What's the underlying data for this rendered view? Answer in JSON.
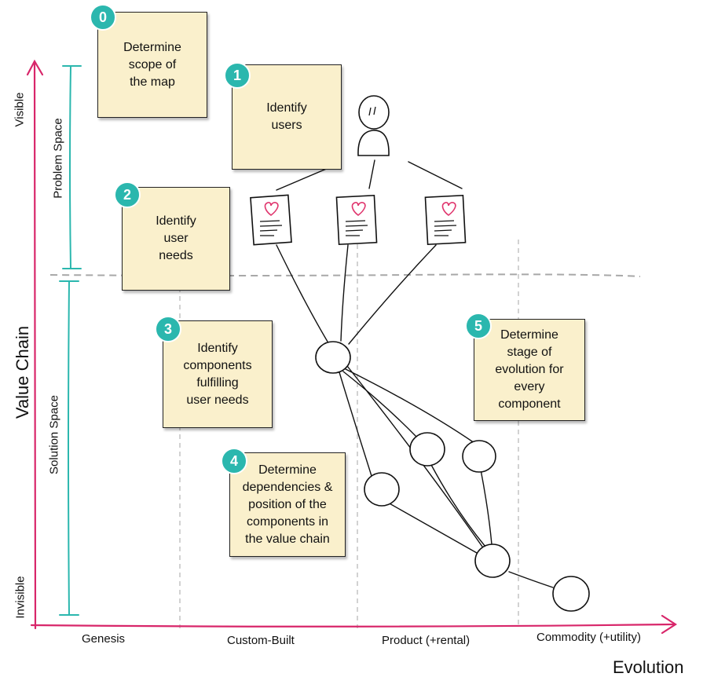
{
  "axes": {
    "y_title": "Value Chain",
    "y_top": "Visible",
    "y_bottom": "Invisible",
    "x_title": "Evolution",
    "problem_space": "Problem Space",
    "solution_space": "Solution Space",
    "stages": [
      "Genesis",
      "Custom-Built",
      "Product (+rental)",
      "Commodity (+utility)"
    ]
  },
  "steps": [
    {
      "num": "0",
      "text": "Determine\nscope of\nthe map"
    },
    {
      "num": "1",
      "text": "Identify\nusers"
    },
    {
      "num": "2",
      "text": "Identify\nuser\nneeds"
    },
    {
      "num": "3",
      "text": "Identify\ncomponents\nfulfilling\nuser needs"
    },
    {
      "num": "4",
      "text": "Determine\ndependencies &\nposition of the\ncomponents in\nthe value chain"
    },
    {
      "num": "5",
      "text": "Determine\nstage of\nevolution for\nevery\ncomponent"
    }
  ],
  "colors": {
    "axis": "#d8266a",
    "space_bracket": "#2bb7ae",
    "badge": "#2bb7ae",
    "note_fill": "#faf0cc",
    "heart": "#e0366e"
  },
  "icons": [
    "user-icon",
    "heart-document-icon"
  ]
}
